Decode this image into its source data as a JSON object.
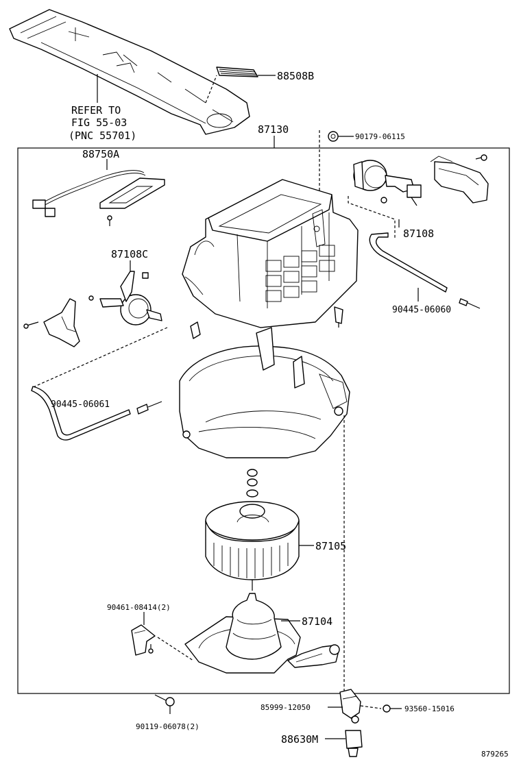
{
  "labels": {
    "p88508B": "88508B",
    "refer_line1": "REFER TO",
    "refer_line2": "FIG 55-03",
    "refer_line3": "(PNC 55701)",
    "p87130": "87130",
    "p90179": "90179-06115",
    "p88750A": "88750A",
    "p87108": "87108",
    "p87108C": "87108C",
    "p90445_06060": "90445-06060",
    "p90445_06061": "90445-06061",
    "p87105": "87105",
    "p90461": "90461-08414(2)",
    "p87104": "87104",
    "p85999": "85999-12050",
    "p93560": "93560-15016",
    "p90119": "90119-06078(2)",
    "p88630M": "88630M",
    "ref_number": "879265"
  }
}
